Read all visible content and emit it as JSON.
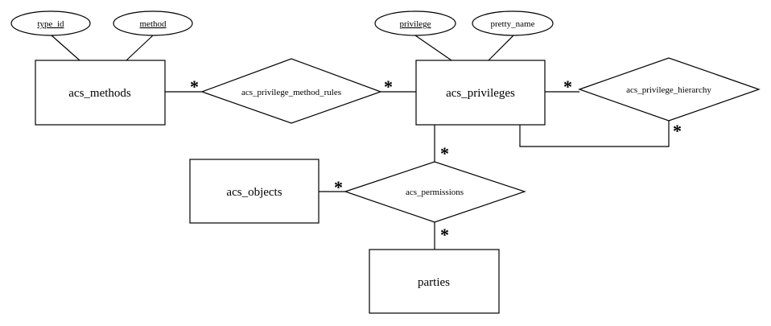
{
  "diagram": {
    "entities": {
      "acs_methods": "acs_methods",
      "acs_privileges": "acs_privileges",
      "acs_objects": "acs_objects",
      "parties": "parties"
    },
    "relationships": {
      "acs_privilege_method_rules": "acs_privilege_method_rules",
      "acs_privilege_hierarchy": "acs_privilege_hierarchy",
      "acs_permissions": "acs_permissions"
    },
    "attributes": {
      "type_id": "type_id",
      "method": "method",
      "privilege": "privilege",
      "pretty_name": "pretty_name"
    },
    "cardinality": {
      "many": "*"
    }
  }
}
